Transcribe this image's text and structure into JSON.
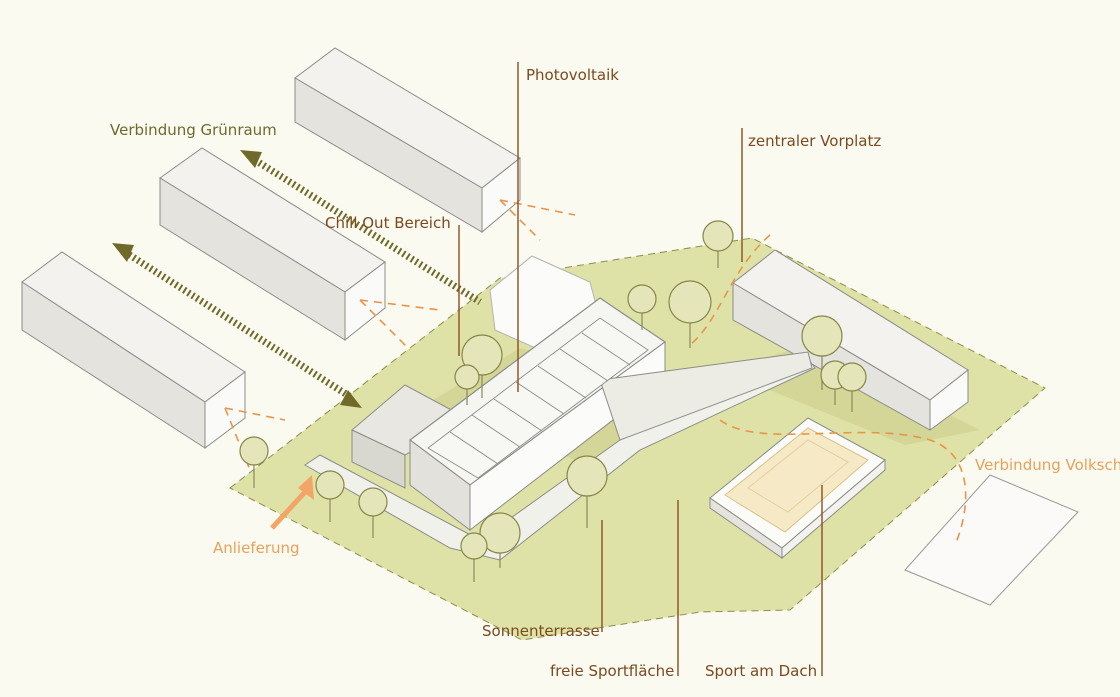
{
  "labels": {
    "photovoltaik": "Photovoltaik",
    "verbindung_gruenraum": "Verbindung Grünraum",
    "chill_out": "Chill Out Bereich",
    "zentraler_vorplatz": "zentraler Vorplatz",
    "verbindung_volksschule": "Verbindung Volksch",
    "anlieferung": "Anlieferung",
    "sonnenterrasse": "Sonnenterrasse",
    "freie_sportflaeche": "freie Sportfläche",
    "sport_am_dach": "Sport am Dach"
  },
  "colors": {
    "background": "#fbfaf1",
    "site_ground": "#dfe2a6",
    "leader_brown": "#8a4f1f",
    "label_brown": "#7b4a1e",
    "label_green": "#6d6a2c",
    "label_orange": "#e8a15a",
    "arrow_green": "#6f6a2a",
    "arrow_orange": "#f3a566"
  }
}
